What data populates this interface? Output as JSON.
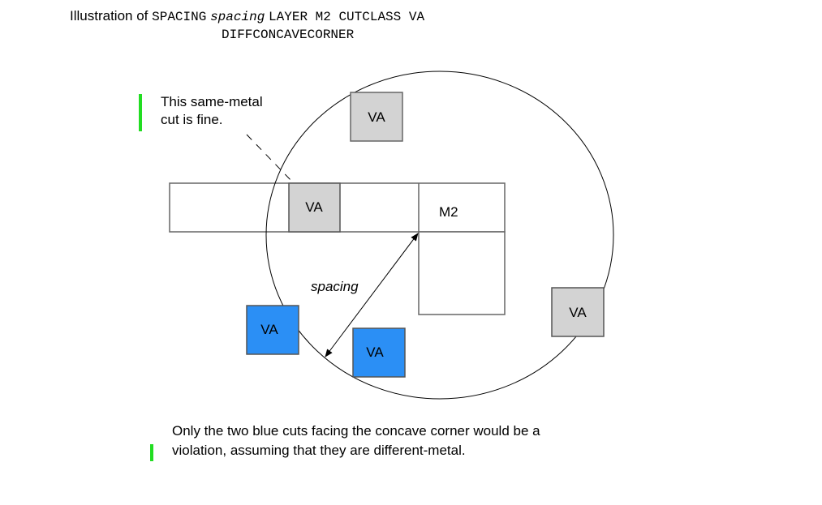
{
  "title": {
    "prefix": "Illustration of",
    "keyword1": "SPACING",
    "param": "spacing",
    "keyword2": "LAYER M2 CUTCLASS VA",
    "line2": "DIFFCONCAVECORNER"
  },
  "diagram": {
    "metal_label": "M2",
    "spacing_label": "spacing",
    "cuts": [
      {
        "id": "va-top",
        "label": "VA",
        "kind": "same-metal",
        "color": "#d3d3d3"
      },
      {
        "id": "va-on-bar",
        "label": "VA",
        "kind": "same-metal",
        "color": "#d3d3d3"
      },
      {
        "id": "va-right",
        "label": "VA",
        "kind": "same-metal",
        "color": "#d3d3d3"
      },
      {
        "id": "va-blue-left",
        "label": "VA",
        "kind": "violation",
        "color": "#2b8ff5"
      },
      {
        "id": "va-blue-mid",
        "label": "VA",
        "kind": "violation",
        "color": "#2b8ff5"
      }
    ],
    "marker_color": "#22dd22"
  },
  "notes": {
    "same_metal_line1": "This same-metal",
    "same_metal_line2": "cut is fine.",
    "violation_line1": "Only the two blue cuts facing the concave corner would be a",
    "violation_line2": "violation, assuming that they are different-metal."
  }
}
